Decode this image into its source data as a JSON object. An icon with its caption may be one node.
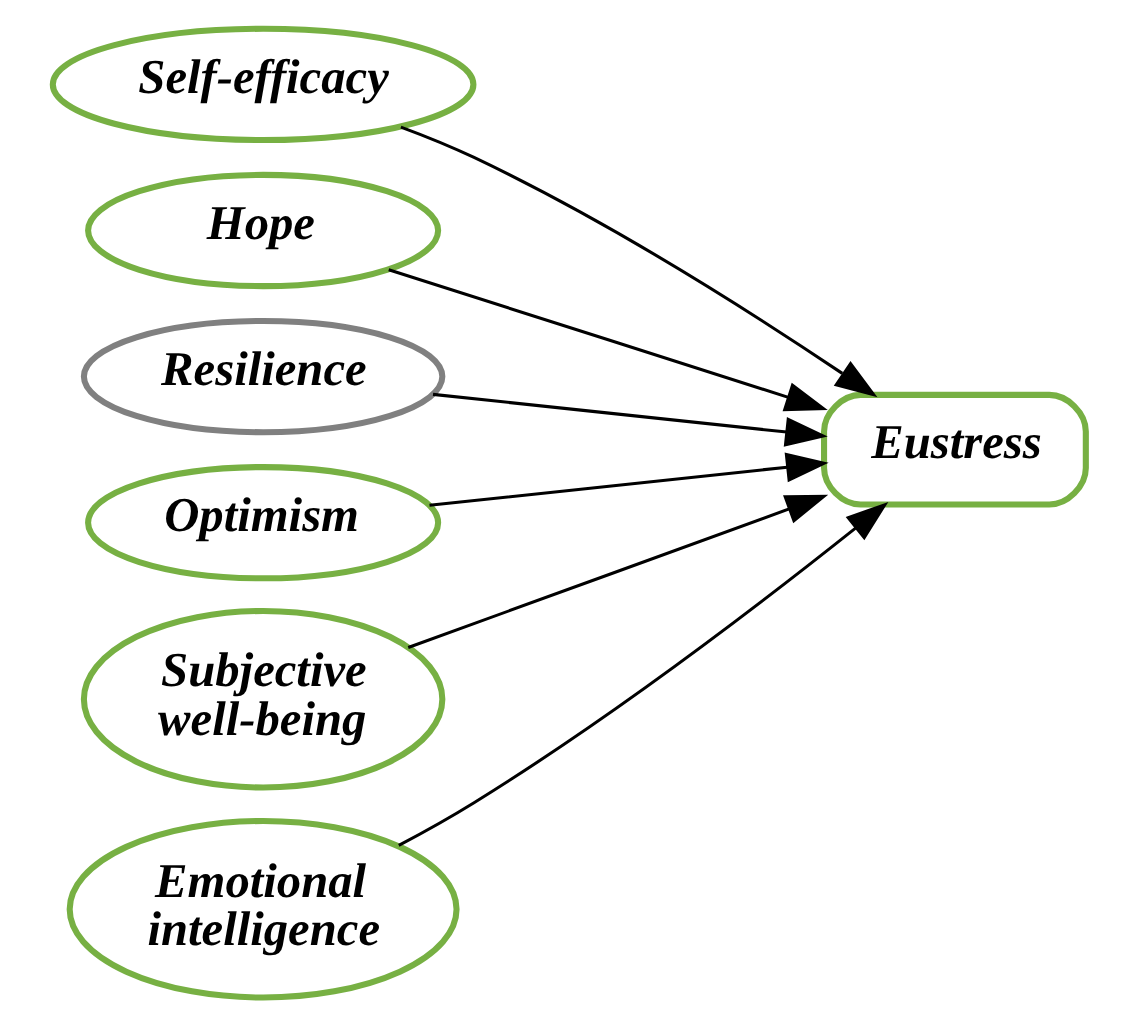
{
  "diagram": {
    "nodes": [
      {
        "text": [
          "Self-efficacy"
        ]
      },
      {
        "text": [
          "Hope"
        ]
      },
      {
        "text": [
          "Resilience"
        ]
      },
      {
        "text": [
          "Optimism"
        ]
      },
      {
        "text": [
          "Subjective well-being"
        ]
      },
      {
        "text": [
          "Emotional intelligence"
        ]
      },
      {
        "text": [
          "Eustress"
        ]
      }
    ],
    "edges": [
      {
        "from": 0,
        "to": 6,
        "arrow": "to"
      },
      {
        "from": 1,
        "to": 6,
        "arrow": "to"
      },
      {
        "from": 2,
        "to": 6,
        "arrow": "to"
      },
      {
        "from": 3,
        "to": 6,
        "arrow": "to"
      },
      {
        "from": 4,
        "to": 6,
        "arrow": "to"
      },
      {
        "from": 5,
        "to": 6,
        "arrow": "to"
      }
    ]
  }
}
